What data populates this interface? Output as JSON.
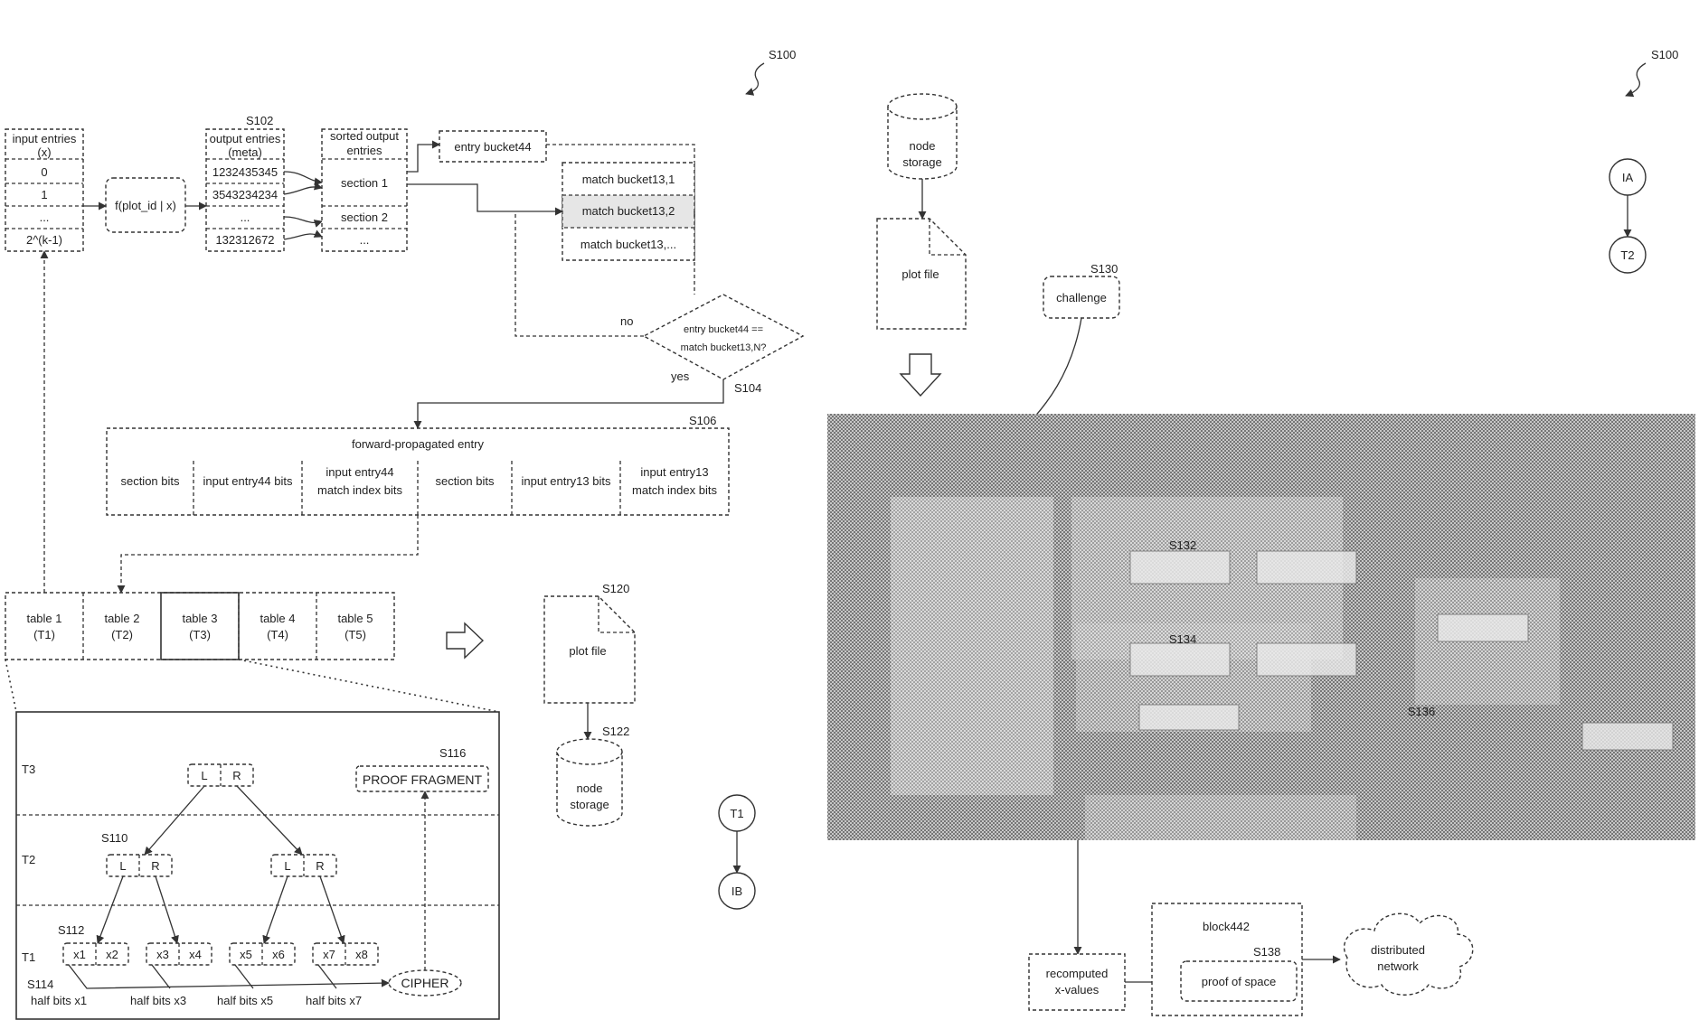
{
  "refs": {
    "s100_left": "S100",
    "s100_right": "S100",
    "s102": "S102",
    "s104": "S104",
    "s106": "S106",
    "s110": "S110",
    "s112": "S112",
    "s114": "S114",
    "s116": "S116",
    "s120": "S120",
    "s122": "S122",
    "s130": "S130",
    "s132": "S132",
    "s134": "S134",
    "s136": "S136",
    "s138": "S138"
  },
  "input_table": {
    "header": [
      "input entries",
      "(x)"
    ],
    "rows": [
      "0",
      "1",
      "...",
      "2^(k-1)"
    ]
  },
  "function_label": "f(plot_id | x)",
  "output_table": {
    "header": [
      "output entries",
      "(meta)"
    ],
    "rows": [
      "1232435345",
      "3543234234",
      "...",
      "132312672"
    ]
  },
  "sorted_table": {
    "header": [
      "sorted output",
      "entries"
    ],
    "rows": [
      "section 1",
      "section 2",
      "..."
    ]
  },
  "entry_bucket": "entry bucket44",
  "match_buckets": [
    "match bucket13,1",
    "match bucket13,2",
    "match bucket13,..."
  ],
  "decision": {
    "line1": "entry bucket44 ==",
    "line2": "match bucket13,N?",
    "no": "no",
    "yes": "yes"
  },
  "forward_entry": {
    "title": "forward-propagated entry",
    "cells": [
      [
        "section bits"
      ],
      [
        "input entry44 bits"
      ],
      [
        "input entry44",
        "match index bits"
      ],
      [
        "section bits"
      ],
      [
        "input entry13 bits"
      ],
      [
        "input entry13",
        "match index bits"
      ]
    ]
  },
  "tables": [
    [
      "table 1",
      "(T1)"
    ],
    [
      "table 2",
      "(T2)"
    ],
    [
      "table 3",
      "(T3)"
    ],
    [
      "table 4",
      "(T4)"
    ],
    [
      "table 5",
      "(T5)"
    ]
  ],
  "tree": {
    "row_labels": [
      "T3",
      "T2",
      "T1"
    ],
    "lr": [
      "L",
      "R"
    ],
    "proof_fragment": "PROOF FRAGMENT",
    "leaves": [
      "x1",
      "x2",
      "x3",
      "x4",
      "x5",
      "x6",
      "x7",
      "x8"
    ],
    "cipher": "CIPHER",
    "half_bits": [
      "half bits x1",
      "half bits x3",
      "half bits x5",
      "half bits x7"
    ]
  },
  "plot_file": "plot file",
  "node_storage": [
    "node",
    "storage"
  ],
  "challenge": "challenge",
  "connectors": {
    "t1": "T1",
    "ib": "IB",
    "ia": "IA",
    "t2": "T2"
  },
  "recomputed": [
    "recomputed",
    "x-values"
  ],
  "block": "block442",
  "proof_of_space": "proof of space",
  "distributed_network": [
    "distributed",
    "network"
  ],
  "colors": {
    "line": "#333333",
    "halftone": "#8a8a8a"
  }
}
